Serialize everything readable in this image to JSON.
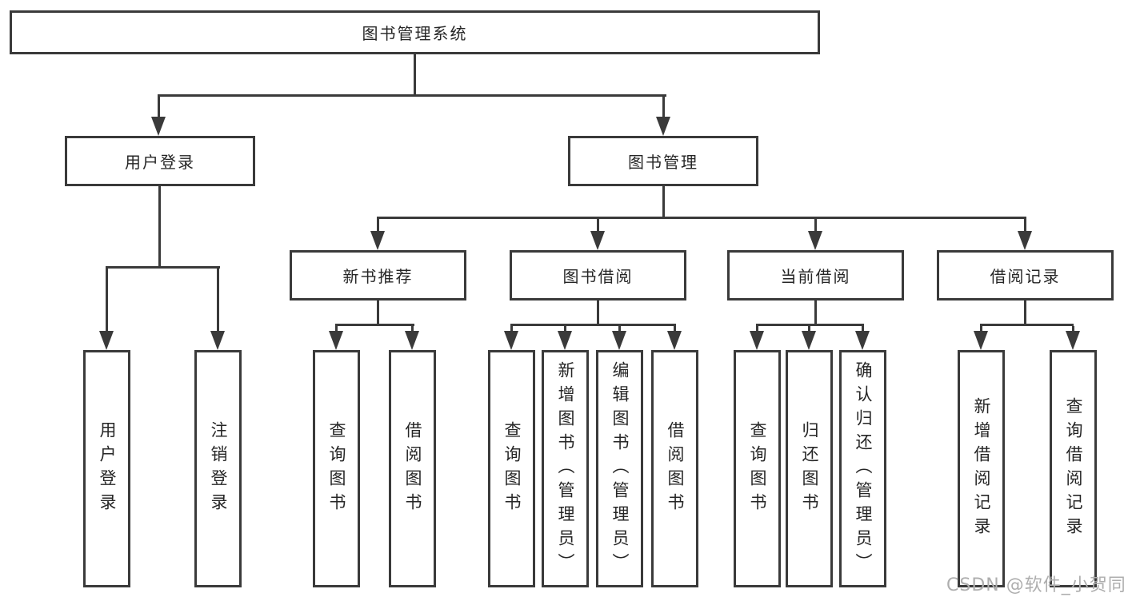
{
  "tree": {
    "root": "图书管理系统",
    "branches": [
      {
        "label": "用户登录",
        "leaves": [
          "用户登录",
          "注销登录"
        ]
      },
      {
        "label": "图书管理",
        "children": [
          {
            "label": "新书推荐",
            "leaves": [
              "查询图书",
              "借阅图书"
            ]
          },
          {
            "label": "图书借阅",
            "leaves": [
              "查询图书",
              "新增图书（管理员）",
              "编辑图书（管理员）",
              "借阅图书"
            ]
          },
          {
            "label": "当前借阅",
            "leaves": [
              "查询图书",
              "归还图书",
              "确认归还（管理员）"
            ]
          },
          {
            "label": "借阅记录",
            "leaves": [
              "新增借阅记录",
              "查询借阅记录"
            ]
          }
        ]
      }
    ]
  },
  "watermark": "CSDN @软件_小贺同学",
  "colors": {
    "line": "#3a3a3a",
    "text": "#262626",
    "watermark": "#aeaeae",
    "background": "#ffffff"
  }
}
